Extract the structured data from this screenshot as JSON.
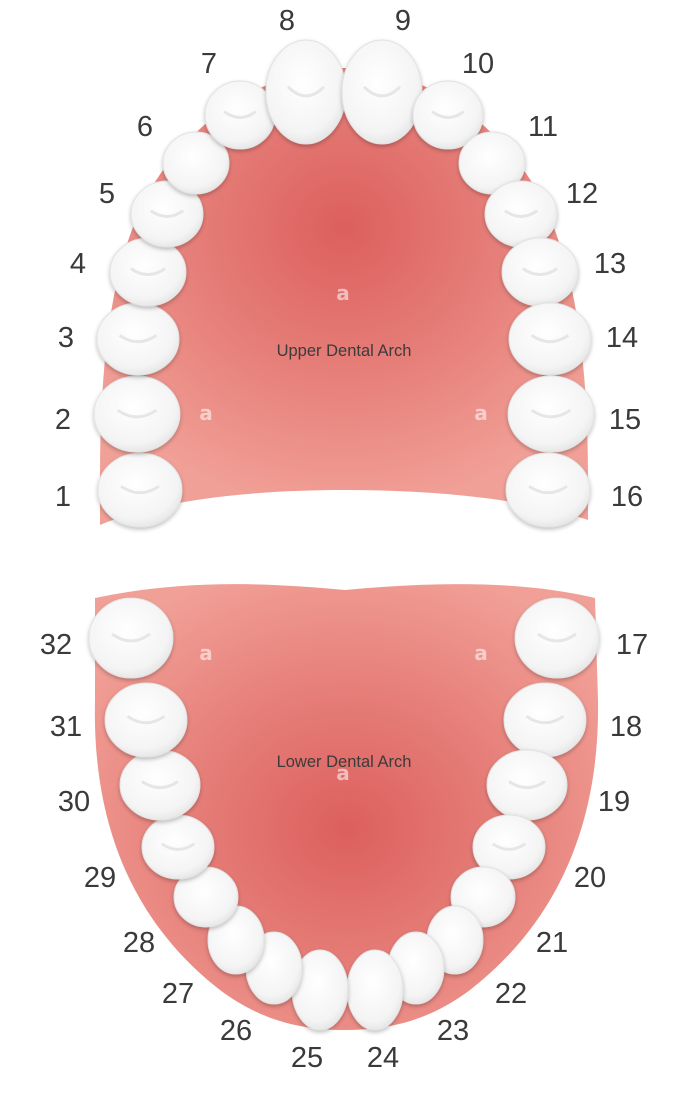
{
  "diagram": {
    "upper_arch": {
      "label": "Upper Dental Arch",
      "teeth": [
        "1",
        "2",
        "3",
        "4",
        "5",
        "6",
        "7",
        "8",
        "9",
        "10",
        "11",
        "12",
        "13",
        "14",
        "15",
        "16"
      ]
    },
    "lower_arch": {
      "label": "Lower Dental Arch",
      "teeth": [
        "17",
        "18",
        "19",
        "20",
        "21",
        "22",
        "23",
        "24",
        "25",
        "26",
        "27",
        "28",
        "29",
        "30",
        "31",
        "32"
      ]
    },
    "watermark": "a",
    "colors": {
      "gum": "#ea8f86",
      "gum_center": "#dc5f5d",
      "tooth": "#f7f7f7",
      "number_text": "#3a3a3a"
    }
  }
}
